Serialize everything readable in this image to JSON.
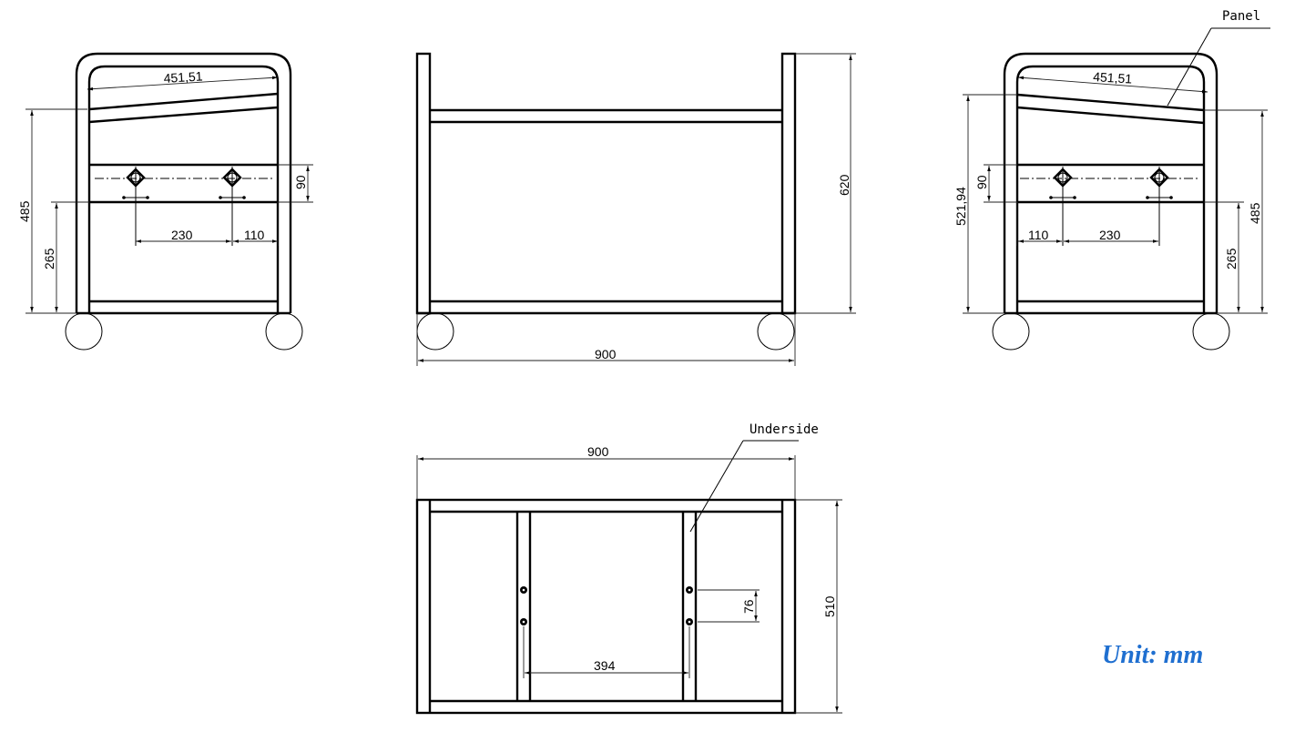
{
  "drawing": {
    "unit_label": "Unit: mm",
    "colors": {
      "line": "#000000",
      "unit_text": "#1f6fd0",
      "background": "#ffffff"
    },
    "left_side_view": {
      "dim_panel_width": "451,51",
      "dim_overall_height": "485",
      "dim_lower_height": "265",
      "dim_band_height": "90",
      "dim_hole_spacing": "230",
      "dim_edge_offset": "110"
    },
    "front_view": {
      "dim_width": "900",
      "dim_height": "620"
    },
    "right_side_view": {
      "callout": "Panel",
      "dim_panel_width": "451,51",
      "dim_diagonal_height": "521,94",
      "dim_overall_height": "485",
      "dim_lower_height": "265",
      "dim_band_height": "90",
      "dim_hole_spacing": "230",
      "dim_edge_offset": "110"
    },
    "underside_view": {
      "callout": "Underside",
      "dim_width": "900",
      "dim_depth": "510",
      "dim_slat_spacing": "394",
      "dim_hole_pitch": "76"
    }
  }
}
